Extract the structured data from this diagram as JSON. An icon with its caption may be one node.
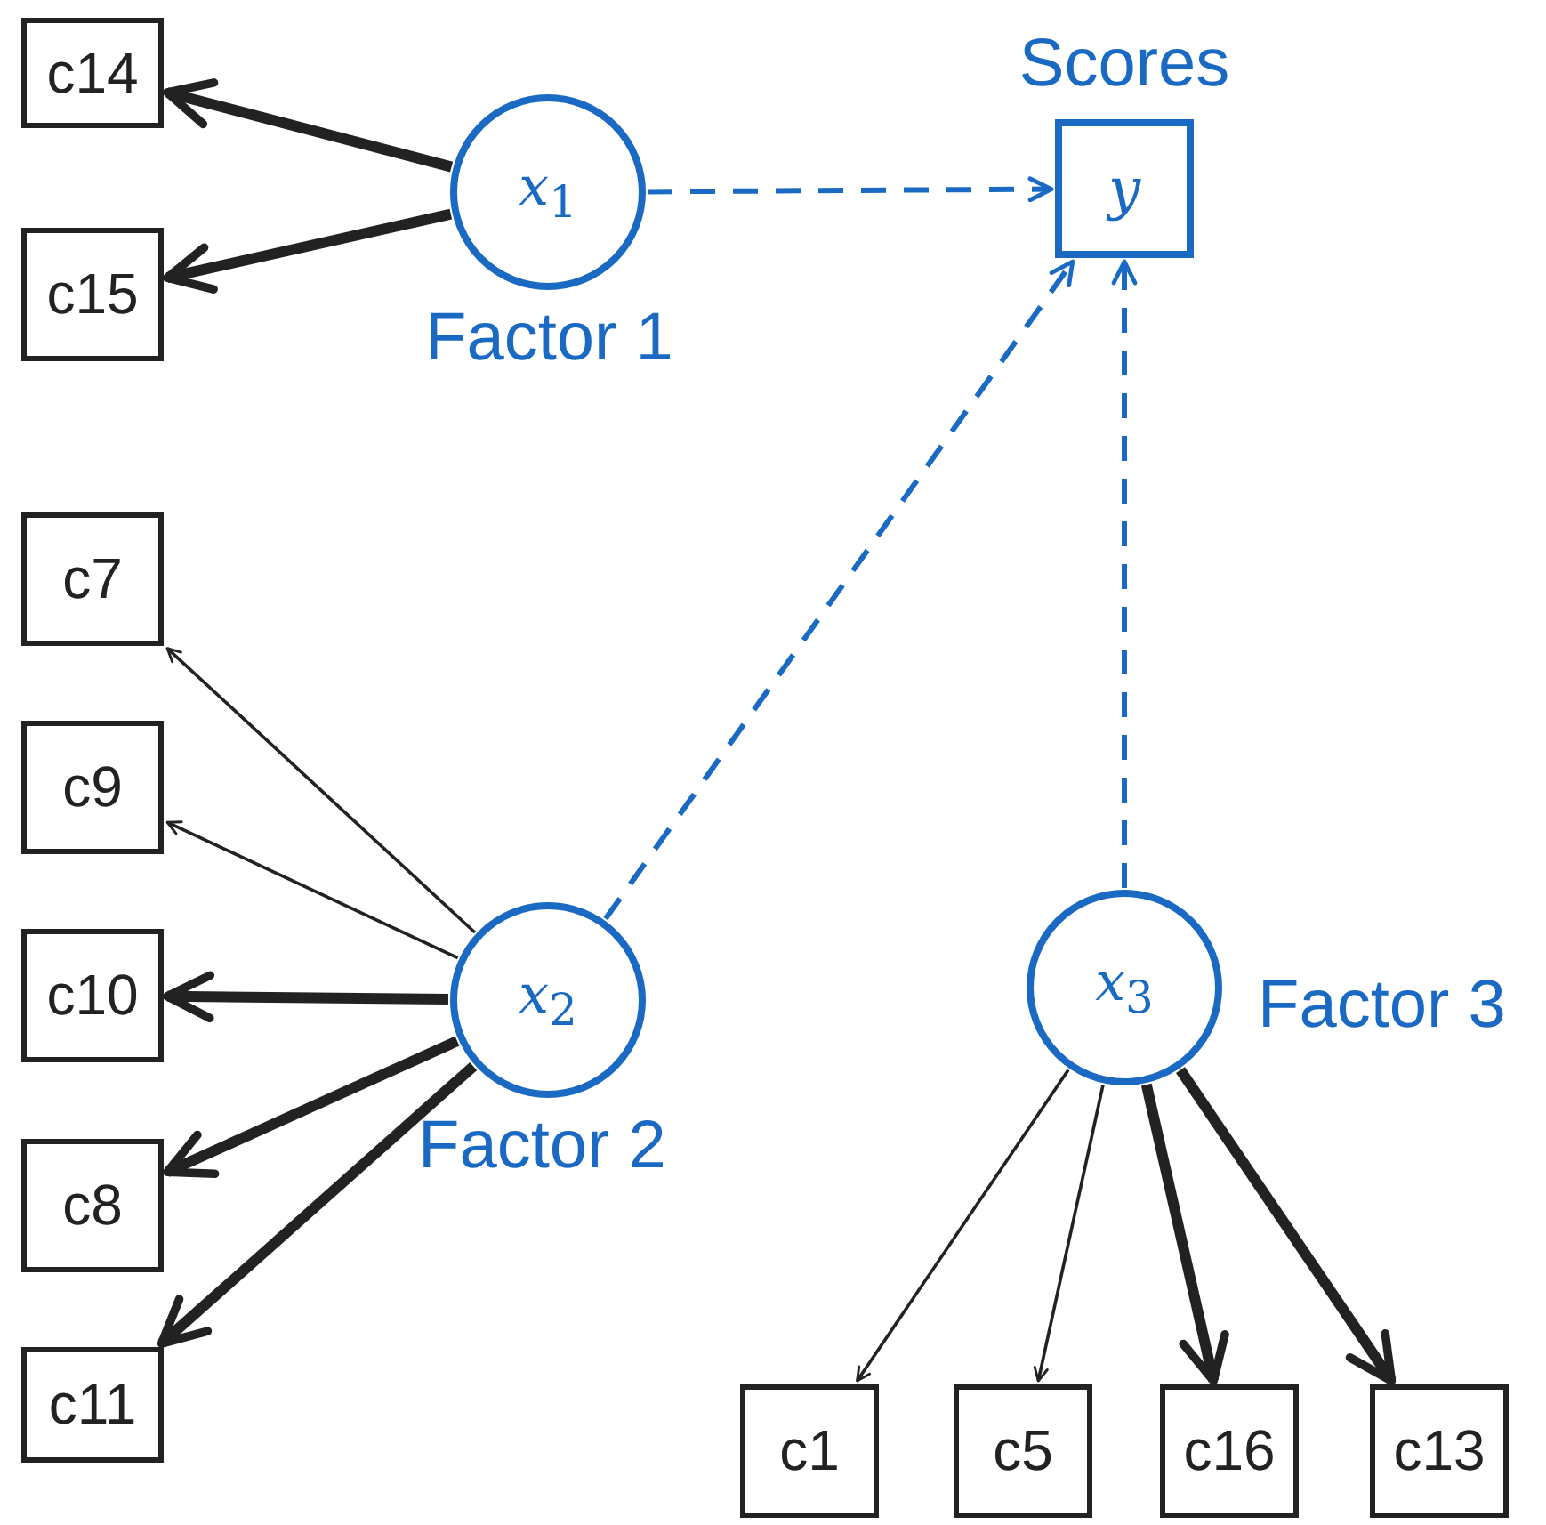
{
  "diagram": {
    "nodes": [
      {
        "text": [
          "c14"
        ]
      },
      {
        "text": [
          "c15"
        ]
      },
      {
        "text": [
          "*x*$_{1}$"
        ],
        "beside": [
          "Factor 1"
        ]
      },
      {
        "text": [
          "Scores",
          "*y*"
        ]
      },
      {
        "text": [
          "c7"
        ]
      },
      {
        "text": [
          "c9"
        ]
      },
      {
        "text": [
          "c10"
        ]
      },
      {
        "text": [
          "c8"
        ]
      },
      {
        "text": [
          "c11"
        ]
      },
      {
        "text": [
          "*x*$_{2}$"
        ],
        "beside": [
          "Factor 2"
        ]
      },
      {
        "text": [
          "*x*$_{3}$"
        ],
        "beside": [
          "Factor 3"
        ]
      },
      {
        "text": [
          "c1"
        ]
      },
      {
        "text": [
          "c5"
        ]
      },
      {
        "text": [
          "c16"
        ]
      },
      {
        "text": [
          "c13"
        ]
      }
    ],
    "edges": [
      {
        "from": 2,
        "to": 0,
        "arrow": "to",
        "style": "thick"
      },
      {
        "from": 2,
        "to": 1,
        "arrow": "to",
        "style": "thick"
      },
      {
        "from": 2,
        "to": 3,
        "arrow": "to",
        "style": "dashed",
        "color": "#1a6ac4"
      },
      {
        "from": 9,
        "to": 4,
        "arrow": "to"
      },
      {
        "from": 9,
        "to": 5,
        "arrow": "to"
      },
      {
        "from": 9,
        "to": 6,
        "arrow": "to",
        "style": "thick"
      },
      {
        "from": 9,
        "to": 7,
        "arrow": "to",
        "style": "thick"
      },
      {
        "from": 9,
        "to": 8,
        "arrow": "to",
        "style": "thick"
      },
      {
        "from": 9,
        "to": 3,
        "arrow": "to",
        "style": "dashed",
        "color": "#1a6ac4"
      },
      {
        "from": 10,
        "to": 3,
        "arrow": "to",
        "style": "dashed",
        "color": "#1a6ac4"
      },
      {
        "from": 10,
        "to": 11,
        "arrow": "to"
      },
      {
        "from": 10,
        "to": 12,
        "arrow": "to"
      },
      {
        "from": 10,
        "to": 13,
        "arrow": "to",
        "style": "thick"
      },
      {
        "from": 10,
        "to": 14,
        "arrow": "to",
        "style": "thick"
      }
    ]
  }
}
